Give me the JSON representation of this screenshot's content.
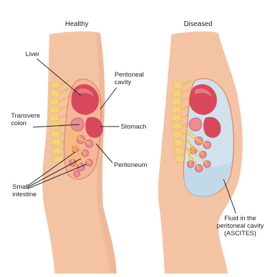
{
  "panels": {
    "healthy": {
      "title": "Healthy"
    },
    "diseased": {
      "title": "Diseased"
    }
  },
  "labels": {
    "liver": "Liver",
    "peritoneal_cavity": "Peritoneal\ncavity",
    "transverse_colon": "Transvere\ncolon",
    "stomach": "Stomach",
    "peritoneum": "Peritoneum",
    "small_intestine": "Small\nintestine",
    "ascites": "Fluid in the\nperitoneal cavity\n(ASCITES)"
  },
  "colors": {
    "skin": "#f4c3a4",
    "skin_dark": "#eab08e",
    "spine": "#f6d37a",
    "organ_red": "#d8485a",
    "organ_pink": "#e98e94",
    "nerve_yellow": "#f3c83d",
    "fluid": "#cfe2ee"
  }
}
